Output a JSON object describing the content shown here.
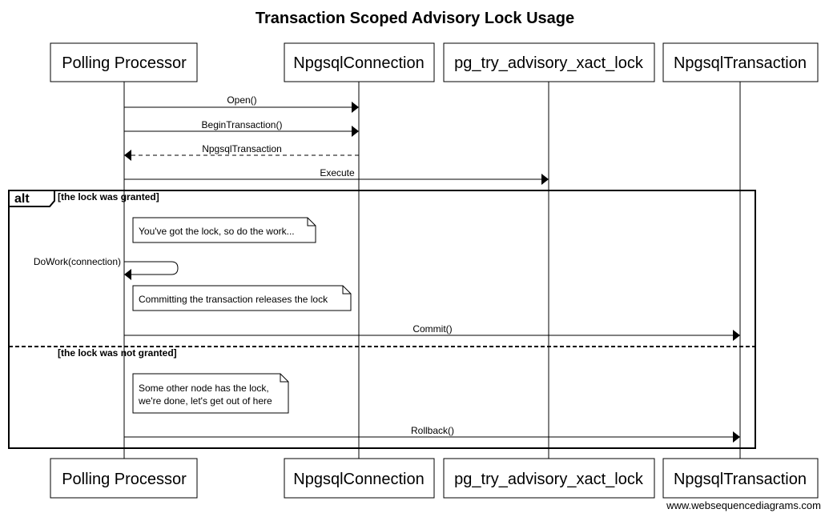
{
  "diagram": {
    "title": "Transaction Scoped Advisory Lock Usage",
    "participants": [
      "Polling Processor",
      "NpgsqlConnection",
      "pg_try_advisory_xact_lock",
      "NpgsqlTransaction"
    ],
    "messages": [
      {
        "from": 0,
        "to": 1,
        "label": "Open()",
        "style": "solid"
      },
      {
        "from": 0,
        "to": 1,
        "label": "BeginTransaction()",
        "style": "solid"
      },
      {
        "from": 1,
        "to": 0,
        "label": "NpgsqlTransaction",
        "style": "dashed"
      },
      {
        "from": 0,
        "to": 2,
        "label": "Execute",
        "style": "solid"
      },
      {
        "from": 0,
        "to": 0,
        "label": "DoWork(connection)",
        "style": "self"
      },
      {
        "from": 0,
        "to": 3,
        "label": "Commit()",
        "style": "solid"
      },
      {
        "from": 0,
        "to": 3,
        "label": "Rollback()",
        "style": "solid"
      }
    ],
    "alt": {
      "tag": "alt",
      "guard1": "[the lock was granted]",
      "guard2": "[the lock was not granted]"
    },
    "notes": [
      {
        "lines": [
          "You've got the lock, so do the work..."
        ]
      },
      {
        "lines": [
          "Committing the transaction releases the lock"
        ]
      },
      {
        "lines": [
          "Some other node has the lock,",
          "we're done, let's get out of here"
        ]
      }
    ],
    "watermark": "www.websequencediagrams.com"
  }
}
